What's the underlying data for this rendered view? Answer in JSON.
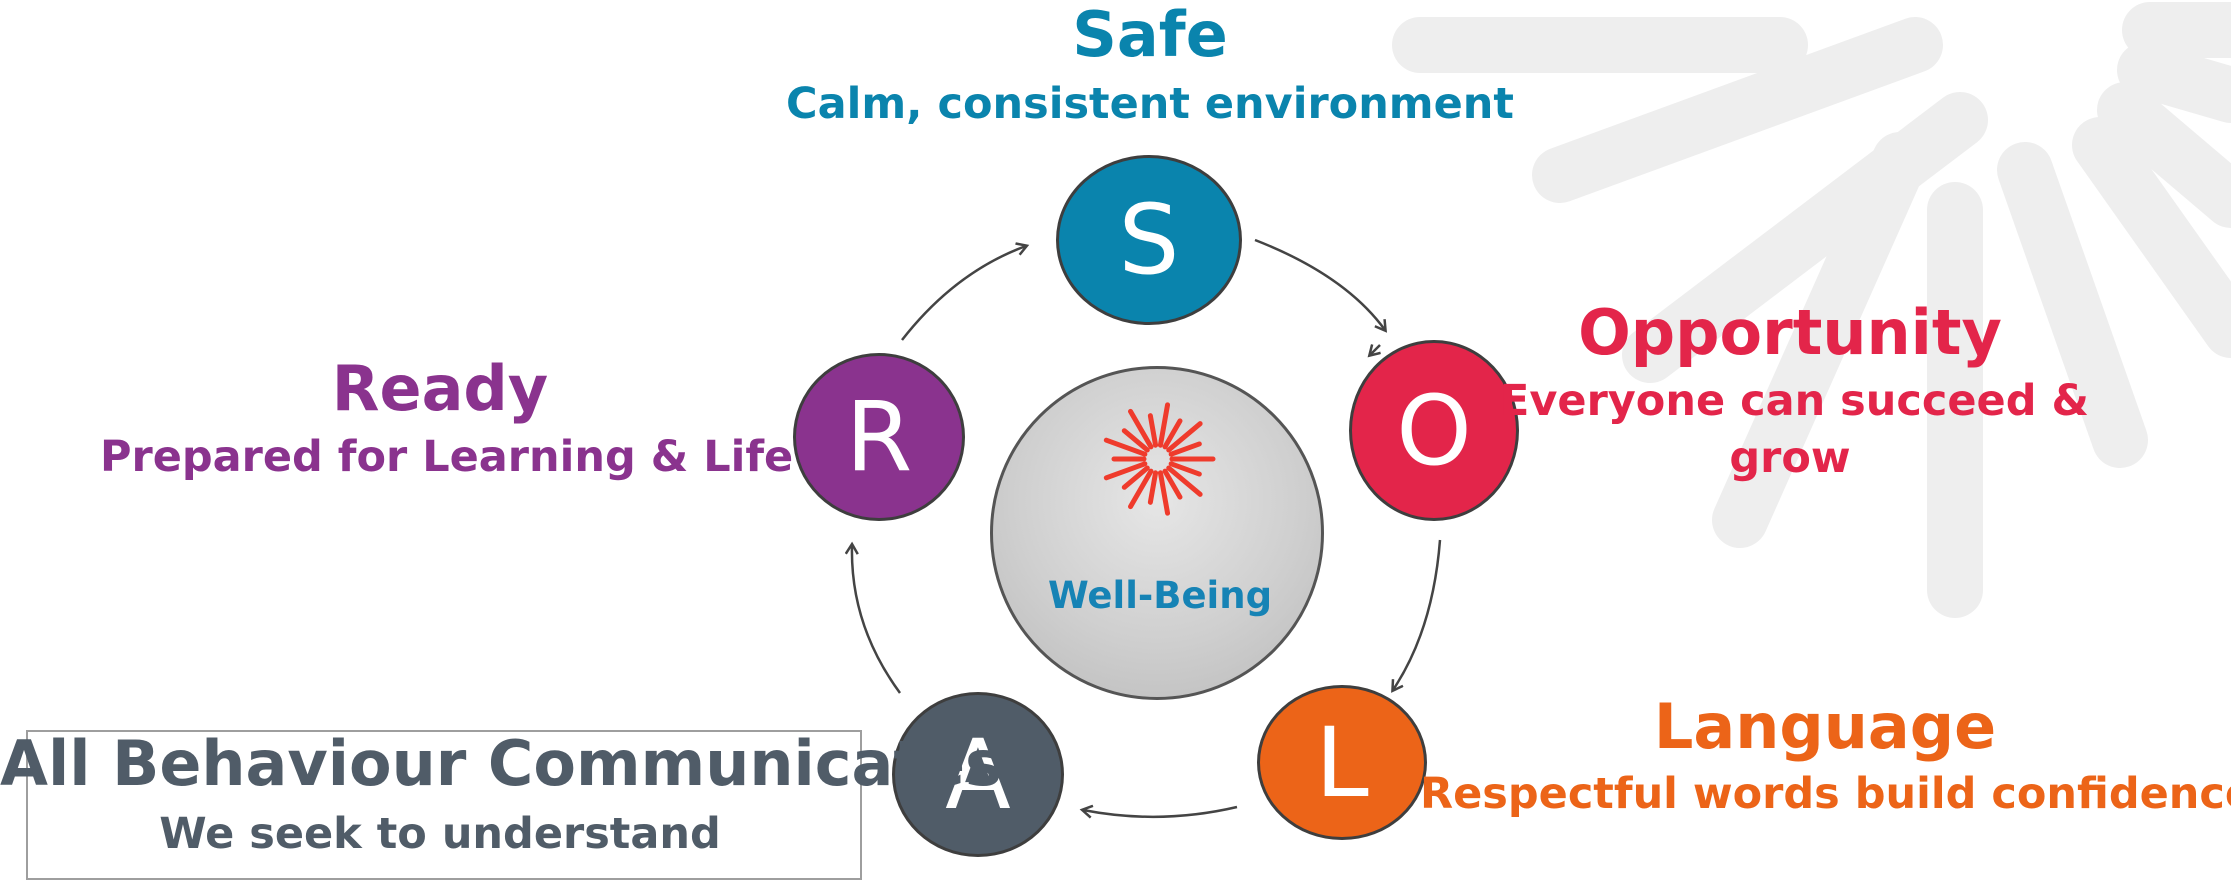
{
  "colors": {
    "safe": "#0a84ad",
    "opportunity": "#e3254a",
    "language": "#ec6418",
    "ready": "#8a338e",
    "all": "#505c68",
    "wellbeing_text": "#1683b5",
    "sunburst": "#ef3b2c",
    "background_rays": "#eeeeee",
    "arrows": "#444444"
  },
  "safe": {
    "title": "Safe",
    "subtitle": "Calm, consistent environment",
    "letter": "S"
  },
  "opportunity": {
    "title": "Opportunity",
    "subtitle_line1": "Everyone can succeed &",
    "subtitle_line2": "grow",
    "letter": "O"
  },
  "language": {
    "title": "Language",
    "subtitle": "Respectful words build confidence",
    "letter": "L"
  },
  "ready": {
    "title": "Ready",
    "subtitle": "Prepared for Learning & Life",
    "letter": "R"
  },
  "all": {
    "title": "All Behaviour Communicates",
    "subtitle": "We seek to understand",
    "letter": "A"
  },
  "centre": {
    "label": "Well-Being",
    "logo_icon": "sunburst-icon"
  }
}
